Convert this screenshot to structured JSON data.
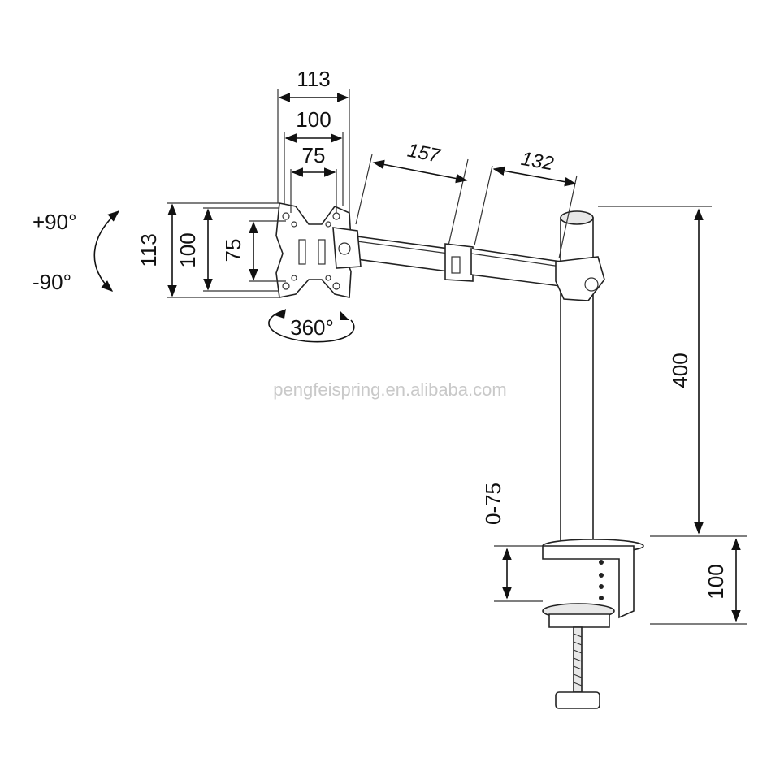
{
  "vesa": {
    "width_outer": "113",
    "width_mid": "100",
    "width_inner": "75",
    "height_outer": "113",
    "height_mid": "100",
    "height_inner": "75"
  },
  "tilt": {
    "up": "+90°",
    "down": "-90°"
  },
  "rotation": "360°",
  "arm": {
    "segment_1": "157",
    "segment_2": "132"
  },
  "pole": {
    "height": "400",
    "clamp_height": "100",
    "desk_thickness": "0-75"
  },
  "watermark": "pengfeispring.en.alibaba.com"
}
